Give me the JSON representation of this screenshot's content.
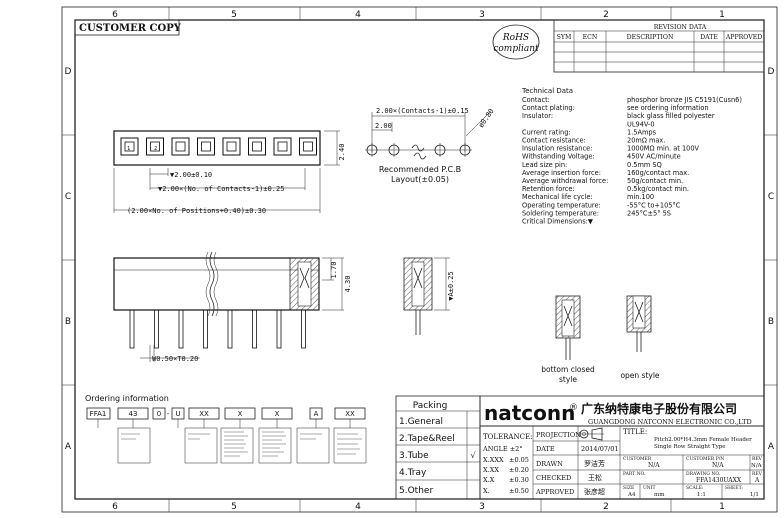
{
  "customer_copy": "CUSTOMER COPY",
  "zone_cols_top": [
    "6",
    "5",
    "4",
    "3",
    "2",
    "1"
  ],
  "zone_cols_bottom": [
    "6",
    "5",
    "4",
    "3",
    "2",
    "1"
  ],
  "zone_rows_left": [
    "D",
    "C",
    "B",
    "A"
  ],
  "zone_rows_right": [
    "D",
    "C",
    "B",
    "A"
  ],
  "rohs": {
    "line1": "RoHS",
    "line2": "compliant"
  },
  "revision": {
    "title": "REVISION DATA",
    "headers": [
      "SYM",
      "ECN",
      "DESCRIPTION",
      "DATE",
      "APPROVED"
    ]
  },
  "dims": {
    "top_pitch": "2.00×(Contacts-1)±0.15",
    "top_pitch_small": "2.00",
    "hole_dia": "ø0.80",
    "height": "2.40",
    "pitch": "▼2.00±0.10",
    "contacts": "▼2.00×(No. of Contacts-1)±0.25",
    "positions": "(2.00×No. of Positions+0.40)±0.30",
    "pcb_line1": "Recommended P.C.B",
    "pcb_line2": "Layout(±0.05)",
    "h170": "1.70",
    "h430": "4.30",
    "pin_w": "W0.50×T0.20",
    "tail": "▼A±0.25",
    "pin_nums": [
      "1",
      "2"
    ]
  },
  "tech": {
    "title": "Technical Data",
    "rows": [
      {
        "k": "Contact:",
        "v": "phosphor bronze JIS C5191(Cusn6)"
      },
      {
        "k": "Contact plating:",
        "v": "see ordering information"
      },
      {
        "k": "Insulator:",
        "v": "black glass filled polyester"
      },
      {
        "k": "",
        "v": "UL94V-0"
      },
      {
        "k": "Current rating:",
        "v": "1.5Amps"
      },
      {
        "k": "Contact resistance:",
        "v": "20mΩ max."
      },
      {
        "k": "Insulation resistance:",
        "v": "1000MΩ min. at 100V"
      },
      {
        "k": "Withstanding Voltage:",
        "v": "450V AC/minute"
      },
      {
        "k": "Lead size pin:",
        "v": "0.5mm SQ"
      },
      {
        "k": "Average insertion force:",
        "v": "160g/contact max."
      },
      {
        "k": "Average withdrawal force:",
        "v": "50g/contact min."
      },
      {
        "k": "Retention force:",
        "v": "0.5kg/contact min."
      },
      {
        "k": "Mechanical life cycle:",
        "v": "min.100"
      },
      {
        "k": "Operating temperature:",
        "v": "-55°C to+105°C"
      },
      {
        "k": "Soldering temperature:",
        "v": "245°C±5° 5S"
      },
      {
        "k": "Critical Dimensions:▼",
        "v": ""
      }
    ]
  },
  "styles": {
    "closed": [
      "bottom closed",
      "style"
    ],
    "open": "open style"
  },
  "ordering": {
    "title": "Ordering information",
    "codes": [
      "FFA1",
      "43",
      "0",
      "U",
      "XX",
      "X",
      "X",
      "A",
      "XX"
    ],
    "dash": "-"
  },
  "packing": {
    "title": "Packing",
    "items": [
      "1.General",
      "2.Tape&Reel",
      "3.Tube",
      "4.Tray",
      "5.Other"
    ],
    "check": "√"
  },
  "company": {
    "logo": "natconn",
    "reg": "®",
    "cn": "广东纳特康电子股份有限公司",
    "en": "GUANGDONG NATCONN ELECTRONIC CO.,LTD"
  },
  "title_block": {
    "tolerance": "TOLERANCE:",
    "angle": "ANGLE ±2°",
    "tols": [
      {
        "k": "X.XXX",
        "v": "±0.05"
      },
      {
        "k": "X.XX",
        "v": "±0.20"
      },
      {
        "k": "X.X",
        "v": "±0.30"
      },
      {
        "k": "X.",
        "v": "±0.50"
      }
    ],
    "projection": "PROJECTION",
    "date_label": "DATE",
    "date": "2014/07/01",
    "drawn": "DRAWN",
    "drawn_by": "罗洁芳",
    "checked": "CHECKED",
    "checked_by": "王松",
    "approved": "APPROVED",
    "approved_by": "张彦超",
    "title_label": "TITLE:",
    "title_l1": "Pitch2.00*H4.3mm Female Header",
    "title_l2": "Single Row Straight Type",
    "customer": "CUSTOMER",
    "customer_v": "N/A",
    "customer_pn": "CUSTOMER P/N",
    "customer_pn_v": "N/A",
    "rev": "REV",
    "rev_v": "N/A",
    "part_no": "PART NO.",
    "drawing_no": "DRAWING NO.",
    "drawing_no_v": "FFA1430UAXX",
    "rev2": "REV",
    "rev2_v": "A",
    "size": "SIZE",
    "size_v": "A4",
    "unit": "UNIT",
    "unit_v": "mm",
    "scale": "SCALE:",
    "scale_v": "1:1",
    "sheet": "SHEET:",
    "sheet_v": "1/1"
  }
}
